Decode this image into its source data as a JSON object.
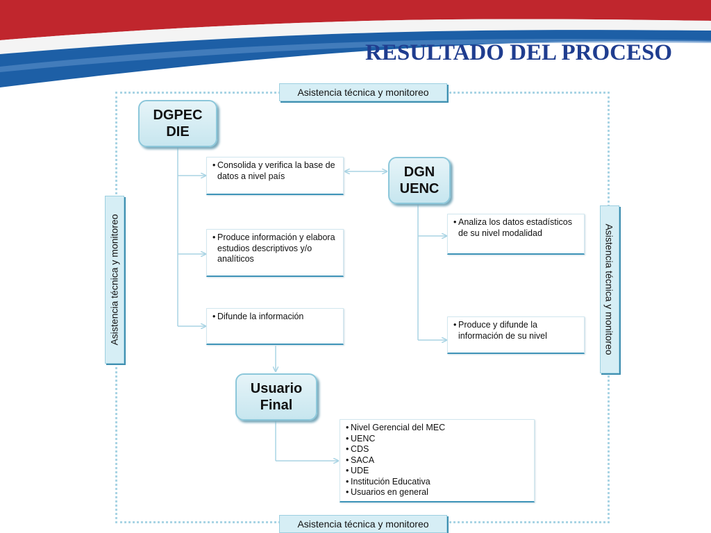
{
  "header": {
    "title": "RESULTADO DEL PROCESO"
  },
  "frame": {
    "top_label": "Asistencia técnica y monitoreo",
    "bottom_label": "Asistencia técnica y monitoreo",
    "left_label": "Asistencia técnica y monitoreo",
    "right_label": "Asistencia técnica y monitoreo"
  },
  "entities": {
    "dgpec": {
      "line1": "DGPEC",
      "line2": "DIE"
    },
    "dgn": {
      "line1": "DGN",
      "line2": "UENC"
    },
    "usuario": {
      "line1": "Usuario",
      "line2": "Final"
    }
  },
  "dgpec_tasks": [
    "Consolida y verifica la base de datos a nivel país",
    "Produce información y elabora estudios descriptivos y/o analíticos",
    "Difunde la información"
  ],
  "dgn_tasks": [
    "Analiza los datos estadísticos de su nivel modalidad",
    " Produce  y difunde la información de su nivel"
  ],
  "users": [
    "Nivel Gerencial del MEC",
    "UENC",
    "CDS",
    "SACA",
    "UDE",
    "Institución Educativa",
    "Usuarios en general"
  ],
  "colors": {
    "title": "#1f3d8f",
    "banner_red": "#c0262d",
    "banner_blue": "#1d5fa6",
    "accent": "#3f94b8",
    "box_fill": "#d6eef5"
  }
}
